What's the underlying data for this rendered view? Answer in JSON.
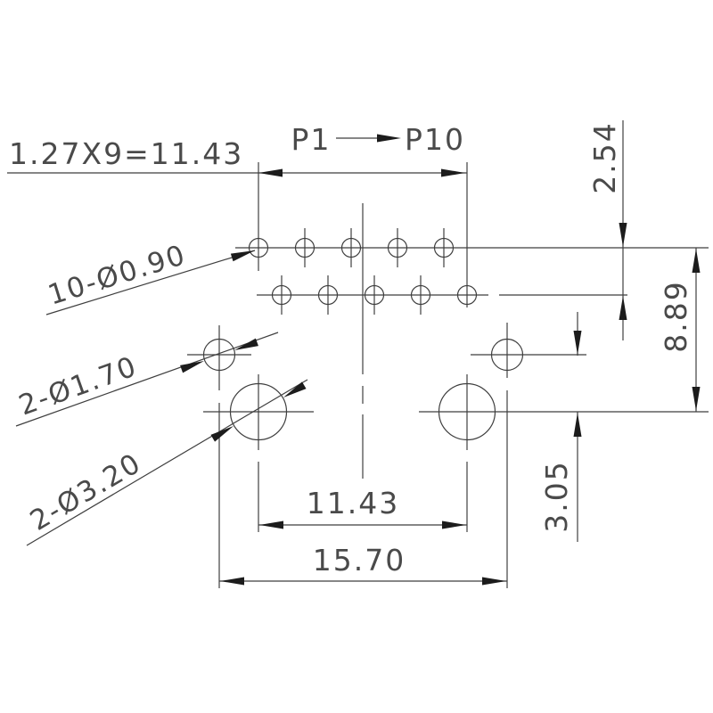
{
  "drawing": {
    "dimensions": {
      "pitch_total": "1.27X9=11.43",
      "row_spacing": "2.54",
      "overall_height": "8.89",
      "mount_offset": "3.05",
      "inner_span": "11.43",
      "outer_span": "15.70"
    },
    "hole_labels": {
      "small_holes": "10-Ø0.90",
      "medium_holes": "2-Ø1.70",
      "large_holes": "2-Ø3.20"
    },
    "pins": {
      "first": "P1",
      "last": "P10"
    },
    "colors": {
      "line": "#3f3f3f",
      "text": "#4a4a4a",
      "arrow": "#1c1c1c",
      "background": "#ffffff"
    }
  }
}
